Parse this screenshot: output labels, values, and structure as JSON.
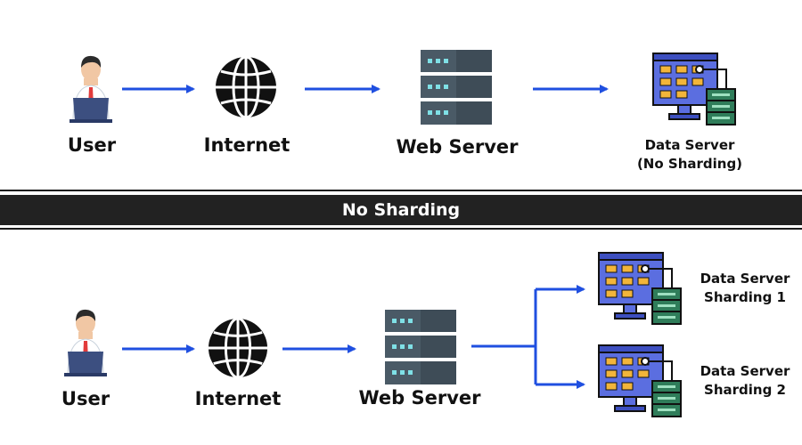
{
  "top": {
    "user_label": "User",
    "internet_label": "Internet",
    "web_server_label": "Web Server",
    "data_server_label_line1": "Data Server",
    "data_server_label_line2": "(No Sharding)"
  },
  "banner": {
    "title": "No Sharding"
  },
  "bottom": {
    "user_label": "User",
    "internet_label": "Internet",
    "web_server_label": "Web Server",
    "shard1_line1": "Data Server",
    "shard1_line2": "Sharding 1",
    "shard2_line1": "Data Server",
    "shard2_line2": "Sharding 2"
  },
  "icons": {
    "user": "user-at-laptop-icon",
    "internet": "globe-icon",
    "web_server": "server-rack-icon",
    "data_server": "database-monitor-icon"
  },
  "colors": {
    "arrow": "#1f4fe0",
    "monitor": "#5b6ee0",
    "folder": "#f2b53a",
    "db": "#2f7d5a",
    "server_body": "#4a5a66",
    "server_light": "#7fe0e6",
    "banner": "#222222"
  }
}
